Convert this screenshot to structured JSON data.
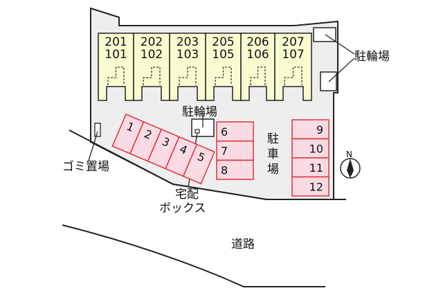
{
  "colors": {
    "unit_fill": "#fbfbd2",
    "lot_fill": "#eeeeef",
    "parking_fill": "#fadbe4",
    "parking_stroke": "#e0303c"
  },
  "units": [
    {
      "upper": "201",
      "lower": "101"
    },
    {
      "upper": "202",
      "lower": "102"
    },
    {
      "upper": "203",
      "lower": "103"
    },
    {
      "upper": "205",
      "lower": "105"
    },
    {
      "upper": "206",
      "lower": "106"
    },
    {
      "upper": "207",
      "lower": "107"
    }
  ],
  "labels": {
    "bike_parking_right": "駐輪場",
    "bike_parking_center": "駐輪場",
    "parking": [
      "駐",
      "車",
      "場"
    ],
    "garbage": "ゴミ置場",
    "delivery_box_1": "宅配",
    "delivery_box_2": "ボックス",
    "road": "道路",
    "north": "N"
  },
  "parking_angled": [
    "1",
    "2",
    "3",
    "4",
    "5"
  ],
  "parking_middle": [
    "6",
    "7",
    "8"
  ],
  "parking_right": [
    "9",
    "10",
    "11",
    "12"
  ]
}
